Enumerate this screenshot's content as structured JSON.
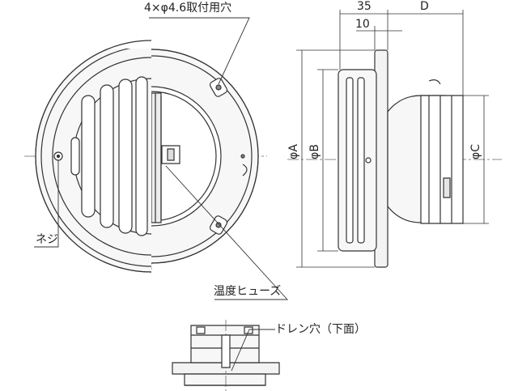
{
  "labels": {
    "mount_holes": "4×φ4.6取付用穴",
    "screw": "ネジ",
    "thermal_fuse": "温度ヒューズ",
    "drain_hole": "ドレン穴（下面）"
  },
  "dimensions": {
    "d35": "35",
    "dD": "D",
    "d10": "10",
    "phiA": "φA",
    "phiB": "φB",
    "phiC": "φC"
  },
  "colors": {
    "line": "#333333",
    "fill": "#f4f4f4",
    "dark": "#555555"
  }
}
